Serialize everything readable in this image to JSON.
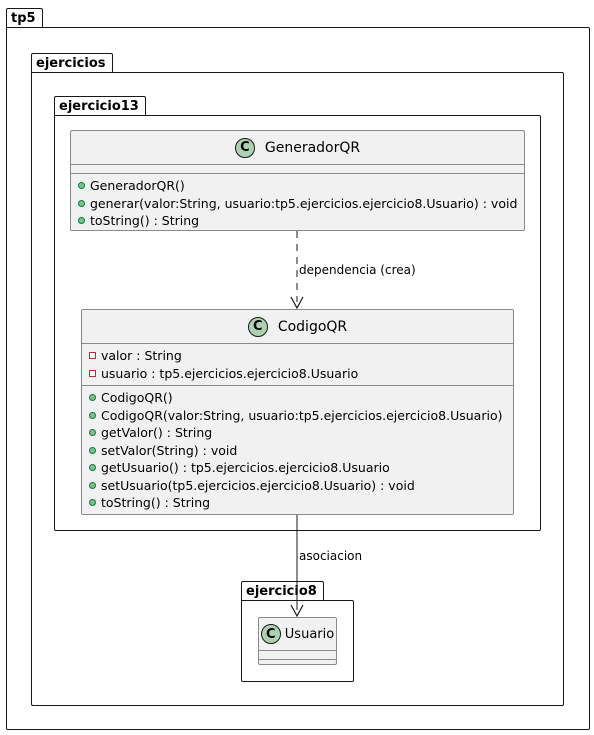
{
  "packages": {
    "tp5": "tp5",
    "ejercicios": "ejercicios",
    "ejercicio13": "ejercicio13",
    "ejercicio8": "ejercicio8"
  },
  "classes": {
    "generador": {
      "icon": "C",
      "name": "GeneradorQR",
      "attributes": [],
      "methods": [
        {
          "visibility": "public",
          "text": "GeneradorQR()"
        },
        {
          "visibility": "public",
          "text": "generar(valor:String, usuario:tp5.ejercicios.ejercicio8.Usuario) : void"
        },
        {
          "visibility": "public",
          "text": "toString() : String"
        }
      ]
    },
    "codigo": {
      "icon": "C",
      "name": "CodigoQR",
      "attributes": [
        {
          "visibility": "private",
          "text": "valor : String"
        },
        {
          "visibility": "private",
          "text": "usuario : tp5.ejercicios.ejercicio8.Usuario"
        }
      ],
      "methods": [
        {
          "visibility": "public",
          "text": "CodigoQR()"
        },
        {
          "visibility": "public",
          "text": "CodigoQR(valor:String, usuario:tp5.ejercicios.ejercicio8.Usuario)"
        },
        {
          "visibility": "public",
          "text": "getValor() : String"
        },
        {
          "visibility": "public",
          "text": "setValor(String) : void"
        },
        {
          "visibility": "public",
          "text": "getUsuario() : tp5.ejercicios.ejercicio8.Usuario"
        },
        {
          "visibility": "public",
          "text": "setUsuario(tp5.ejercicios.ejercicio8.Usuario) : void"
        },
        {
          "visibility": "public",
          "text": "toString() : String"
        }
      ]
    },
    "usuario": {
      "icon": "C",
      "name": "Usuario",
      "attributes": [],
      "methods": []
    }
  },
  "relations": {
    "dependencia": "dependencia (crea)",
    "asociacion": "asociacion"
  },
  "colors": {
    "class_fill": "#f1f1f1",
    "class_icon": "#add1b2",
    "public_marker": "#84be84",
    "private_marker": "#c82930",
    "line": "#181818"
  }
}
